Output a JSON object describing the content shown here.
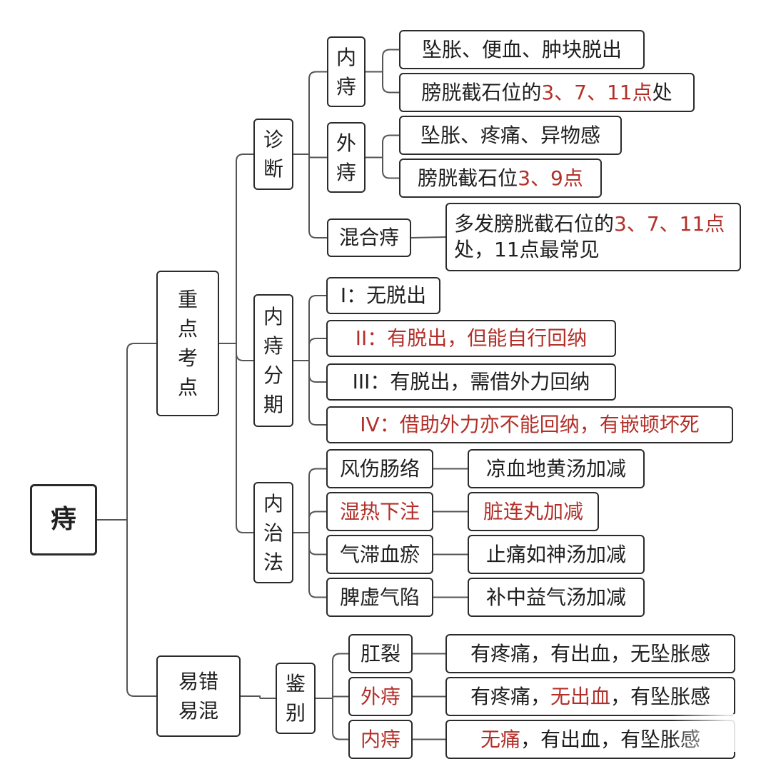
{
  "nodes": [
    {
      "id": "root",
      "text": "痔",
      "root": true
    },
    {
      "id": "key",
      "text": "重点考点",
      "vertical": true
    },
    {
      "id": "easy",
      "text": "易错易混",
      "lines": [
        "易错",
        "易混"
      ]
    },
    {
      "id": "diag",
      "text": "诊断",
      "vertical": true
    },
    {
      "id": "stage",
      "text": "内痔分期",
      "vertical": true
    },
    {
      "id": "treat",
      "text": "内治法",
      "vertical": true
    },
    {
      "id": "nei",
      "text": "内痔",
      "vertical": true
    },
    {
      "id": "wai",
      "text": "外痔",
      "vertical": true
    },
    {
      "id": "hun",
      "text": "混合痔"
    },
    {
      "id": "nei1",
      "segments": [
        {
          "t": "坠胀、便血、肿块脱出"
        }
      ]
    },
    {
      "id": "nei2",
      "segments": [
        {
          "t": "膀胱截石位的"
        },
        {
          "t": "3、7、11点",
          "red": true
        },
        {
          "t": "处"
        }
      ]
    },
    {
      "id": "wai1",
      "segments": [
        {
          "t": "坠胀、疼痛、异物感"
        }
      ]
    },
    {
      "id": "wai2",
      "segments": [
        {
          "t": "膀胱截石位"
        },
        {
          "t": "3、9点",
          "red": true
        }
      ]
    },
    {
      "id": "hun1",
      "wrap": true,
      "segments": [
        {
          "t": "多发膀胱截石位的"
        },
        {
          "t": "3、7、11点",
          "red": true
        },
        {
          "t": "处，11点最常见"
        }
      ]
    },
    {
      "id": "s1",
      "segments": [
        {
          "t": "I：无脱出"
        }
      ]
    },
    {
      "id": "s2",
      "segments": [
        {
          "t": "II：有脱出，但能自行回纳",
          "red": true
        }
      ]
    },
    {
      "id": "s3",
      "segments": [
        {
          "t": "III：有脱出，需借外力回纳"
        }
      ]
    },
    {
      "id": "s4",
      "segments": [
        {
          "t": "IV：借助外力亦不能回纳，有嵌顿坏死",
          "red": true
        }
      ]
    },
    {
      "id": "t1",
      "segments": [
        {
          "t": "风伤肠络"
        }
      ]
    },
    {
      "id": "t2",
      "segments": [
        {
          "t": "湿热下注",
          "red": true
        }
      ]
    },
    {
      "id": "t3",
      "segments": [
        {
          "t": "气滞血瘀"
        }
      ]
    },
    {
      "id": "t4",
      "segments": [
        {
          "t": "脾虚气陷"
        }
      ]
    },
    {
      "id": "r1",
      "segments": [
        {
          "t": "凉血地黄汤加减"
        }
      ]
    },
    {
      "id": "r2",
      "segments": [
        {
          "t": "脏连丸加减",
          "red": true
        }
      ]
    },
    {
      "id": "r3",
      "segments": [
        {
          "t": "止痛如神汤加减"
        }
      ]
    },
    {
      "id": "r4",
      "segments": [
        {
          "t": "补中益气汤加减"
        }
      ]
    },
    {
      "id": "jian",
      "text": "鉴别",
      "vertical": true
    },
    {
      "id": "d1",
      "segments": [
        {
          "t": "肛裂"
        }
      ]
    },
    {
      "id": "d2",
      "segments": [
        {
          "t": "外痔",
          "red": true
        }
      ]
    },
    {
      "id": "d3",
      "segments": [
        {
          "t": "内痔",
          "red": true
        }
      ]
    },
    {
      "id": "e1",
      "segments": [
        {
          "t": "有疼痛，有出血，无坠胀感"
        }
      ]
    },
    {
      "id": "e2",
      "segments": [
        {
          "t": "有疼痛，"
        },
        {
          "t": "无出血",
          "red": true
        },
        {
          "t": "，有坠胀感"
        }
      ]
    },
    {
      "id": "e3",
      "segments": [
        {
          "t": "无痛",
          "red": true
        },
        {
          "t": "，有出血，有坠胀感"
        }
      ]
    }
  ],
  "edges": [
    [
      "root",
      "key"
    ],
    [
      "root",
      "easy"
    ],
    [
      "key",
      "diag"
    ],
    [
      "key",
      "stage"
    ],
    [
      "key",
      "treat"
    ],
    [
      "diag",
      "nei"
    ],
    [
      "diag",
      "wai"
    ],
    [
      "diag",
      "hun"
    ],
    [
      "nei",
      "nei1"
    ],
    [
      "nei",
      "nei2"
    ],
    [
      "wai",
      "wai1"
    ],
    [
      "wai",
      "wai2"
    ],
    [
      "hun",
      "hun1"
    ],
    [
      "stage",
      "s1"
    ],
    [
      "stage",
      "s2"
    ],
    [
      "stage",
      "s3"
    ],
    [
      "stage",
      "s4"
    ],
    [
      "treat",
      "t1"
    ],
    [
      "treat",
      "t2"
    ],
    [
      "treat",
      "t3"
    ],
    [
      "treat",
      "t4"
    ],
    [
      "t1",
      "r1"
    ],
    [
      "t2",
      "r2"
    ],
    [
      "t3",
      "r3"
    ],
    [
      "t4",
      "r4"
    ],
    [
      "easy",
      "jian"
    ],
    [
      "jian",
      "d1"
    ],
    [
      "jian",
      "d2"
    ],
    [
      "jian",
      "d3"
    ],
    [
      "d1",
      "e1"
    ],
    [
      "d2",
      "e2"
    ],
    [
      "d3",
      "e3"
    ]
  ],
  "colors": {
    "line": "#555555",
    "border": "#2b2b2b",
    "accent": "#b3302a"
  }
}
